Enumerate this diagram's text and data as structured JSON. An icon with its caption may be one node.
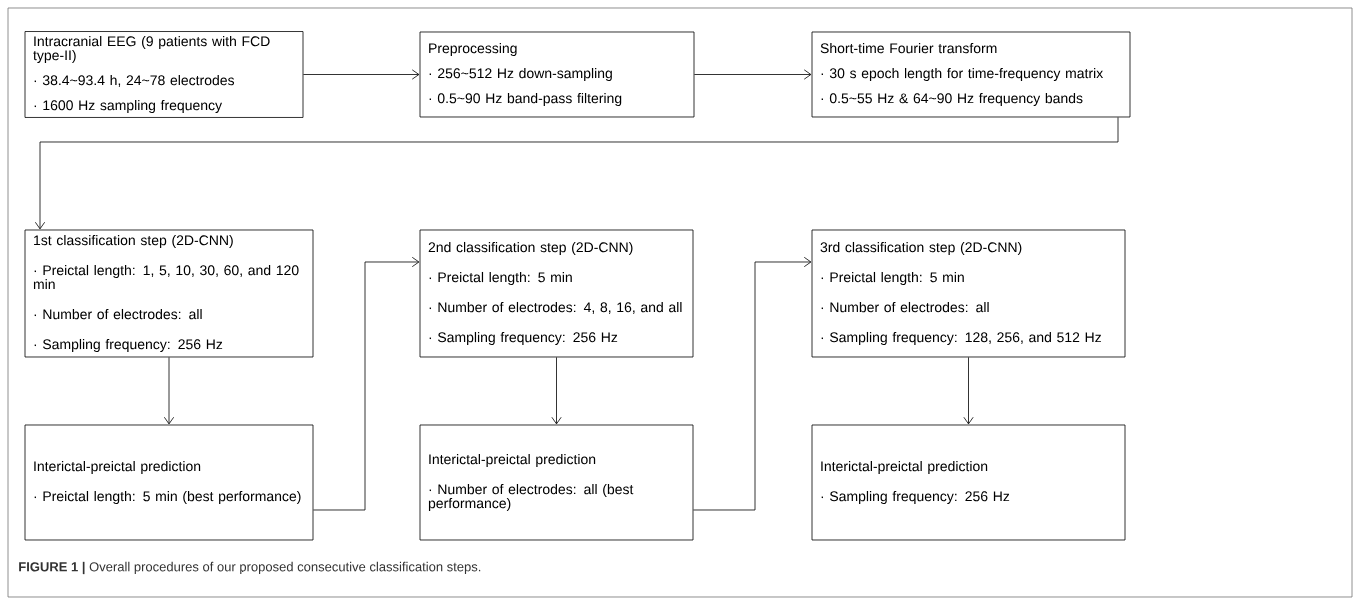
{
  "diagram": {
    "caption": "**FIGURE 1 |** Overall procedures of our proposed consecutive classification steps.",
    "nodes": [
      {
        "text": [
          "Intracranial EEG (9 patients with FCD type-II)",
          "· 38.4~93.4 h, 24~78 electrodes",
          "· 1600 Hz sampling frequency"
        ]
      },
      {
        "text": [
          "Preprocessing",
          "· 256~512 Hz down-sampling",
          "· 0.5~90 Hz band-pass filtering"
        ]
      },
      {
        "text": [
          "Short-time Fourier transform",
          "· 30 s epoch length for time-frequency matrix",
          "· 0.5~55 Hz & 64~90 Hz frequency bands"
        ]
      },
      {
        "text": [
          "1st classification step (2D-CNN)",
          "· Preictal length: 1, 5, 10, 30, 60, and 120 min",
          "· Number of electrodes: all",
          "· Sampling frequency: 256 Hz"
        ]
      },
      {
        "text": [
          "2nd classification step (2D-CNN)",
          "· Preictal length: 5 min",
          "· Number of electrodes: 4, 8, 16, and all",
          "· Sampling frequency: 256 Hz"
        ]
      },
      {
        "text": [
          "3rd classification step (2D-CNN)",
          "· Preictal length: 5 min",
          "· Number of electrodes: all",
          "· Sampling frequency: 128, 256, and 512 Hz"
        ]
      },
      {
        "text": [
          "Interictal-preictal prediction",
          "· Preictal length: 5 min (best performance)"
        ]
      },
      {
        "text": [
          "Interictal-preictal prediction",
          "· Number of electrodes: all (best performance)"
        ]
      },
      {
        "text": [
          "Interictal-preictal prediction",
          "· Sampling frequency: 256 Hz"
        ]
      }
    ],
    "edges": [
      {
        "from": 0,
        "to": 1,
        "arrow": "to"
      },
      {
        "from": 1,
        "to": 2,
        "arrow": "to"
      },
      {
        "from": 2,
        "to": 3,
        "arrow": "to"
      },
      {
        "from": 3,
        "to": 6,
        "arrow": "to"
      },
      {
        "from": 4,
        "to": 7,
        "arrow": "to"
      },
      {
        "from": 5,
        "to": 8,
        "arrow": "to"
      },
      {
        "from": 6,
        "to": 4,
        "arrow": "to"
      },
      {
        "from": 7,
        "to": 5,
        "arrow": "to"
      }
    ]
  }
}
